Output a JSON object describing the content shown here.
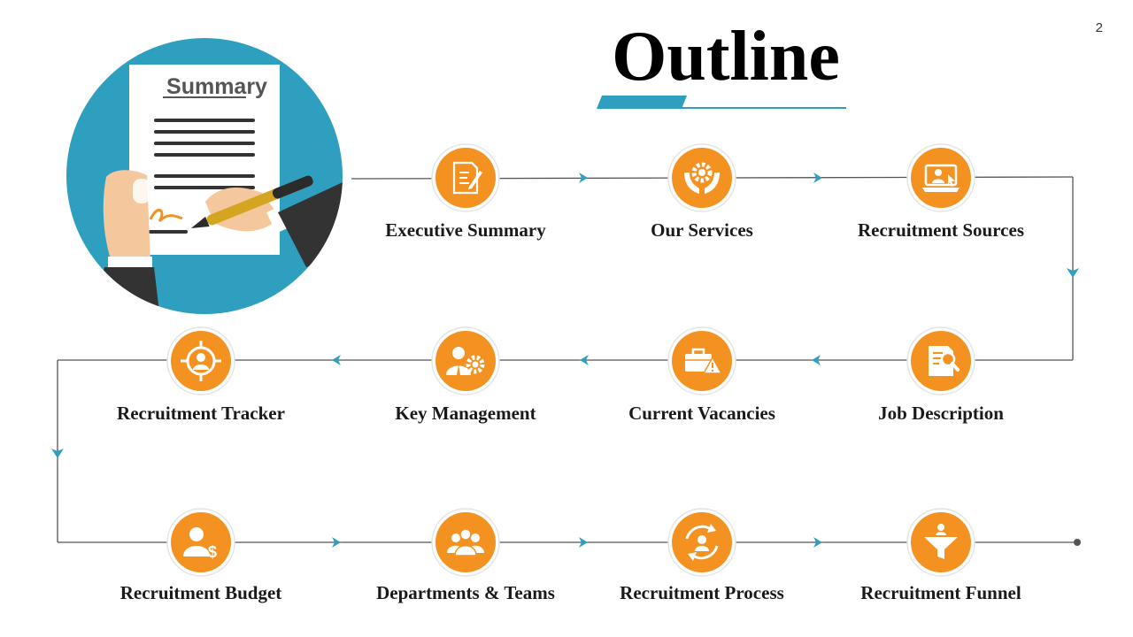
{
  "slide": {
    "title": "Outline",
    "page_number": "2",
    "illustration_doc_title": "Summary"
  },
  "colors": {
    "accent_orange": "#F39221",
    "accent_blue": "#2E9FBF",
    "connector": "#555555"
  },
  "steps": [
    {
      "label": "Executive Summary",
      "icon": "document-pen-icon"
    },
    {
      "label": "Our Services",
      "icon": "gear-hands-icon"
    },
    {
      "label": "Recruitment Sources",
      "icon": "laptop-user-icon"
    },
    {
      "label": "Job Description",
      "icon": "document-search-icon"
    },
    {
      "label": "Current Vacancies",
      "icon": "briefcase-alert-icon"
    },
    {
      "label": "Key Management",
      "icon": "person-gear-icon"
    },
    {
      "label": "Recruitment Tracker",
      "icon": "target-person-icon"
    },
    {
      "label": "Recruitment Budget",
      "icon": "person-dollar-icon"
    },
    {
      "label": "Departments & Teams",
      "icon": "team-icon"
    },
    {
      "label": "Recruitment Process",
      "icon": "cycle-person-icon"
    },
    {
      "label": "Recruitment Funnel",
      "icon": "funnel-person-icon"
    }
  ]
}
